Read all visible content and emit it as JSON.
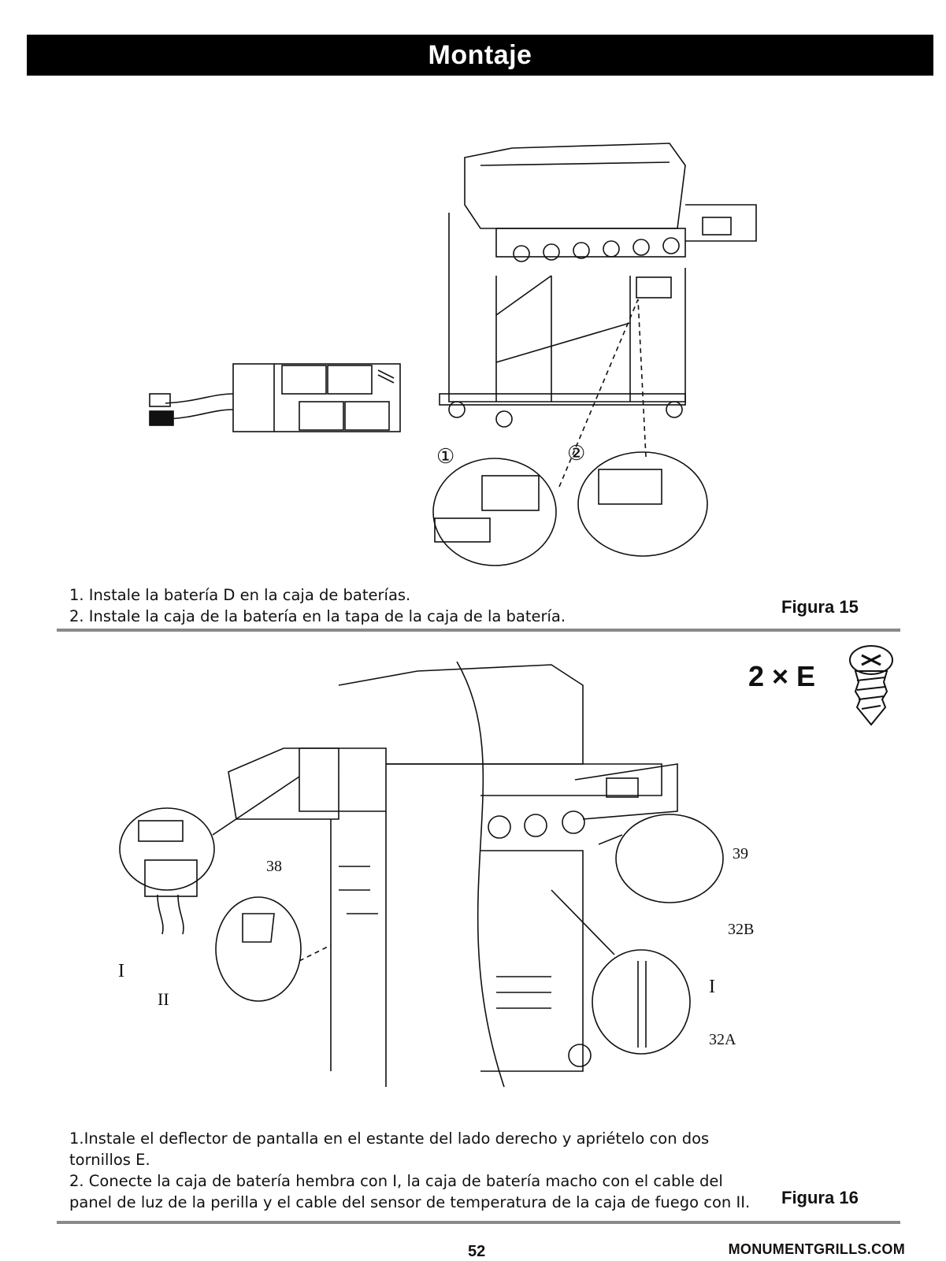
{
  "header": {
    "title": "Montaje"
  },
  "figure15": {
    "step_markers": [
      "①",
      "②"
    ],
    "instructions": [
      "1. Instale la batería D en la caja de baterías.",
      "2. Instale la caja de la batería en la tapa de la caja de la batería."
    ],
    "label": "Figura 15"
  },
  "figure16": {
    "quantity": "2 × E",
    "callouts": {
      "c38": "38",
      "c39": "39",
      "c32b": "32B",
      "c32a": "32A",
      "cI_left": "I",
      "cII_left": "II",
      "cI_right": "I"
    },
    "instructions": [
      "1.Instale el deflector de pantalla en el estante del lado derecho y apriételo con dos",
      "tornillos E.",
      "2. Conecte la caja de batería hembra con I, la caja de batería macho con el cable del",
      "panel de luz de la perilla y el cable del sensor de temperatura de la caja de fuego con II."
    ],
    "label": "Figura 16"
  },
  "footer": {
    "page_number": "52",
    "website": "MONUMENTGRILLS.COM"
  }
}
